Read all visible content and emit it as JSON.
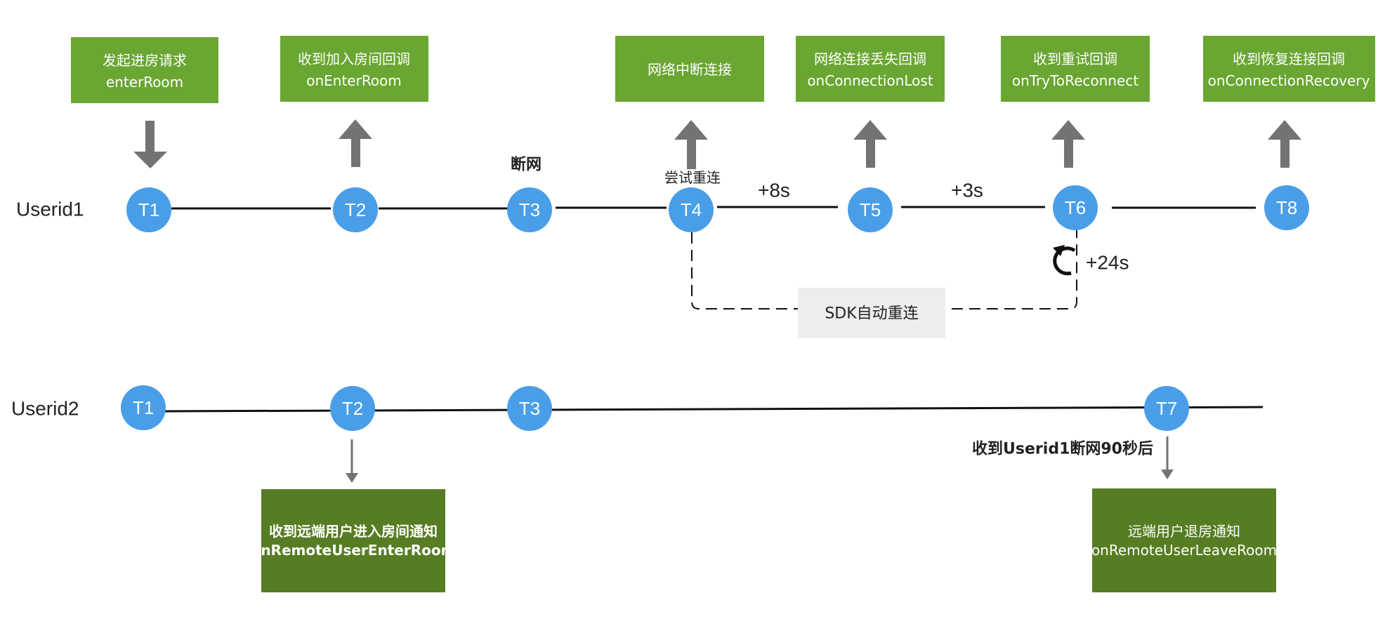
{
  "colors": {
    "callback_box": "#6aa632",
    "notify_box": "#567d23",
    "node": "#4a9ee8",
    "arrow": "#737373",
    "line": "#111111",
    "auto_box": "#ededed"
  },
  "lanes": {
    "user1": "Userid1",
    "user2": "Userid2"
  },
  "user1_nodes": [
    "T1",
    "T2",
    "T3",
    "T4",
    "T5",
    "T6",
    "T8"
  ],
  "user2_nodes": [
    "T1",
    "T2",
    "T3",
    "T7"
  ],
  "boxes": {
    "enter_request": [
      "发起进房请求",
      "enterRoom"
    ],
    "enter_callback": [
      "收到加入房间回调",
      "onEnterRoom"
    ],
    "network_break": [
      "网络中断连接"
    ],
    "connection_lost": [
      "网络连接丢失回调",
      "onConnectionLost"
    ],
    "try_reconnect": [
      "收到重试回调",
      "onTryToReconnect"
    ],
    "recovery": [
      "收到恢复连接回调",
      "onConnectionRecovery"
    ],
    "remote_enter": [
      "收到远端用户进入房间通知",
      "onRemoteUserEnterRoom"
    ],
    "remote_leave": [
      "远端用户退房通知",
      "onRemoteUserLeaveRoom"
    ]
  },
  "labels": {
    "disconnect": "断网",
    "try_again": "尝试重连",
    "plus_8s": "+8s",
    "plus_3s": "+3s",
    "plus_24s": "+24s",
    "sdk_auto": "SDK自动重连",
    "after_90s": "收到Userid1断网90秒后"
  },
  "icons": {
    "refresh": "refresh-icon"
  }
}
